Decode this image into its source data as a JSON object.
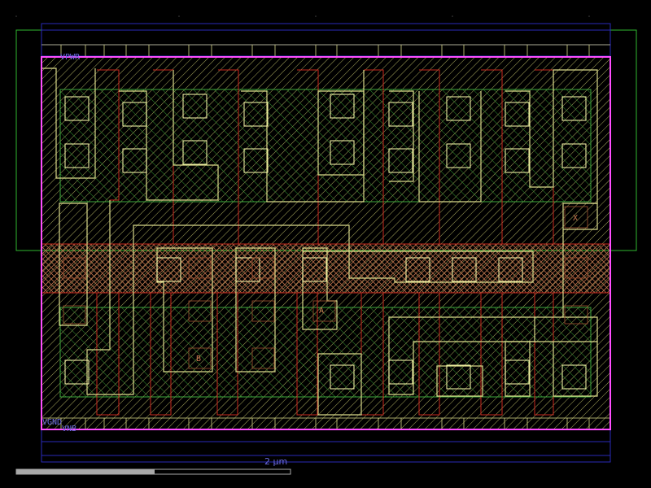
{
  "colors": {
    "background": "#000000",
    "nwell": "#2fb92f",
    "diffusion": "#3ca83c",
    "poly": "#c8281e",
    "contact": "#ffffb0",
    "metal1": "#d9d98a",
    "metal2": "#2a2ab8",
    "boundary": "#ff4dff",
    "scalebar": "#a8a8a8"
  },
  "labels": {
    "vpwr": "VPWR",
    "vgnd": "VGND",
    "vnb": "VNB",
    "pin_a": "A",
    "pin_b": "B",
    "pin_x": "X"
  },
  "scale": {
    "text": "2 µm"
  }
}
